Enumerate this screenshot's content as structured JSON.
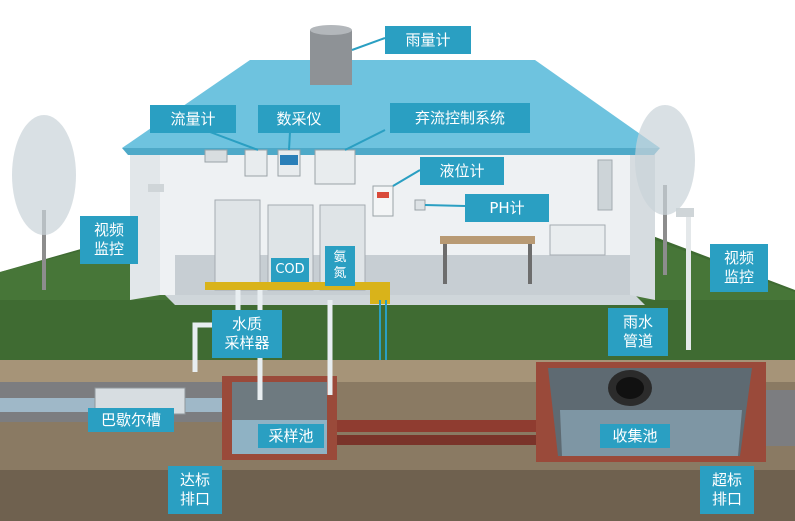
{
  "labels": {
    "rain_gauge": "雨量计",
    "flow_meter": "流量计",
    "data_logger": "数采仪",
    "diversion_control": "弃流控制系统",
    "level_meter": "液位计",
    "ph_meter": "PH计",
    "video_left": "视频\n监控",
    "video_right": "视频\n监控",
    "cod": "COD",
    "ammonia": "氨\n氮",
    "water_sampler": "水质\n采样器",
    "rain_pipe": "雨水\n管道",
    "parshall_flume": "巴歇尔槽",
    "sampling_pool": "采样池",
    "collection_pool": "收集池",
    "compliant_outlet": "达标\n排口",
    "exceed_outlet": "超标\n排口"
  },
  "colors": {
    "label_bg": "#2a9fc2",
    "roof": "#6ec3df",
    "grass": "#3f6b32",
    "soil": "#8a7a63"
  }
}
